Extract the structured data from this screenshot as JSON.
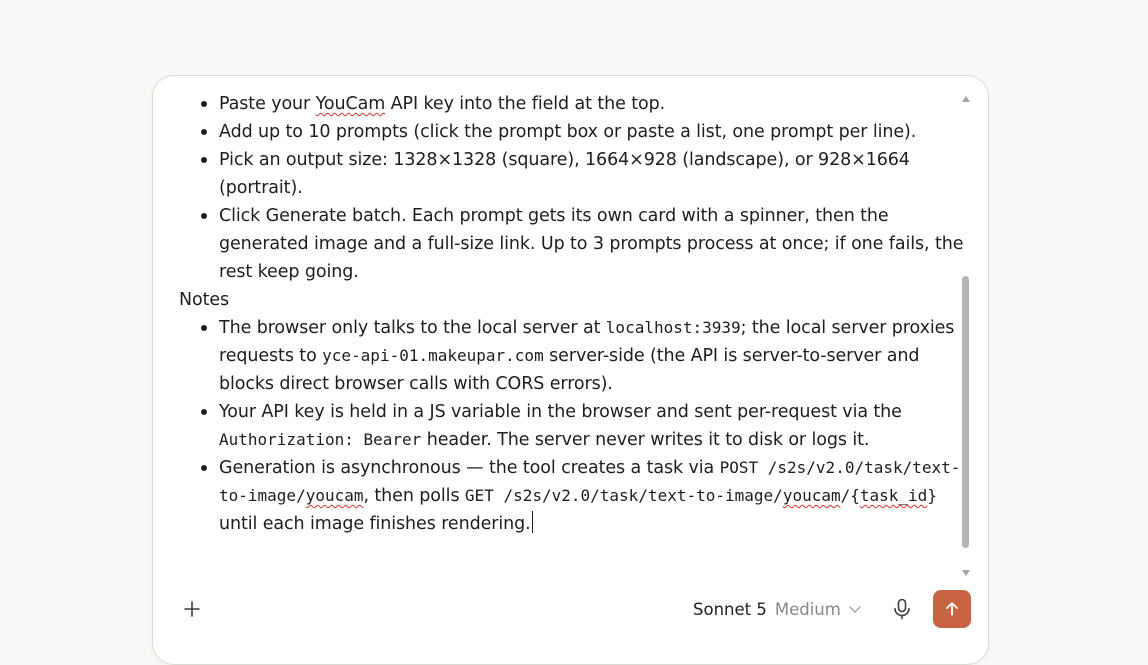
{
  "composer": {
    "steps": [
      {
        "t1": "Paste your ",
        "t2": "YouCam",
        "t3": " API key into the field at the top."
      },
      {
        "text": "Add up to 10 prompts (click the prompt box or paste a list, one prompt per line)."
      },
      {
        "text": "Pick an output size: 1328×1328 (square), 1664×928 (landscape), or 928×1664 (portrait)."
      },
      {
        "text": "Click Generate batch. Each prompt gets its own card with a spinner, then the generated image and a full-size link. Up to 3 prompts process at once; if one fails, the rest keep going."
      }
    ],
    "notes_heading": "Notes",
    "notes": [
      {
        "t1": "The browser only talks to the local server at ",
        "c1": "localhost:3939",
        "t2": "; the local server proxies requests to ",
        "c2": "yce-api-01.makeupar.com",
        "t3": " server-side (the API is server-to-server and blocks direct browser calls with CORS errors)."
      },
      {
        "t1": "Your API key is held in a JS variable in the browser and sent per-request via the ",
        "c1": "Authorization: Bearer",
        "t2": " header. The server never writes it to disk or logs it."
      },
      {
        "t1": "Generation is asynchronous — the tool creates a task via ",
        "c1a": "POST /s2s/v2.0/task/text-to-image/",
        "c1b": "youcam",
        "t2": ", then polls ",
        "c2a": "GET /s2s/v2.0/task/text-to-image/",
        "c2b": "youcam",
        "c2c": "/{",
        "c2d": "task_id",
        "c2e": "}",
        "t3": " until each image finishes rendering."
      }
    ]
  },
  "toolbar": {
    "add_icon": "plus-icon",
    "model_name": "Sonnet 5",
    "model_effort": "Medium",
    "mic_icon": "microphone-icon",
    "send_icon": "arrow-up-icon"
  },
  "colors": {
    "send_button": "#c96442",
    "background": "#f9f9f8",
    "spellcheck": "#d0362b"
  }
}
